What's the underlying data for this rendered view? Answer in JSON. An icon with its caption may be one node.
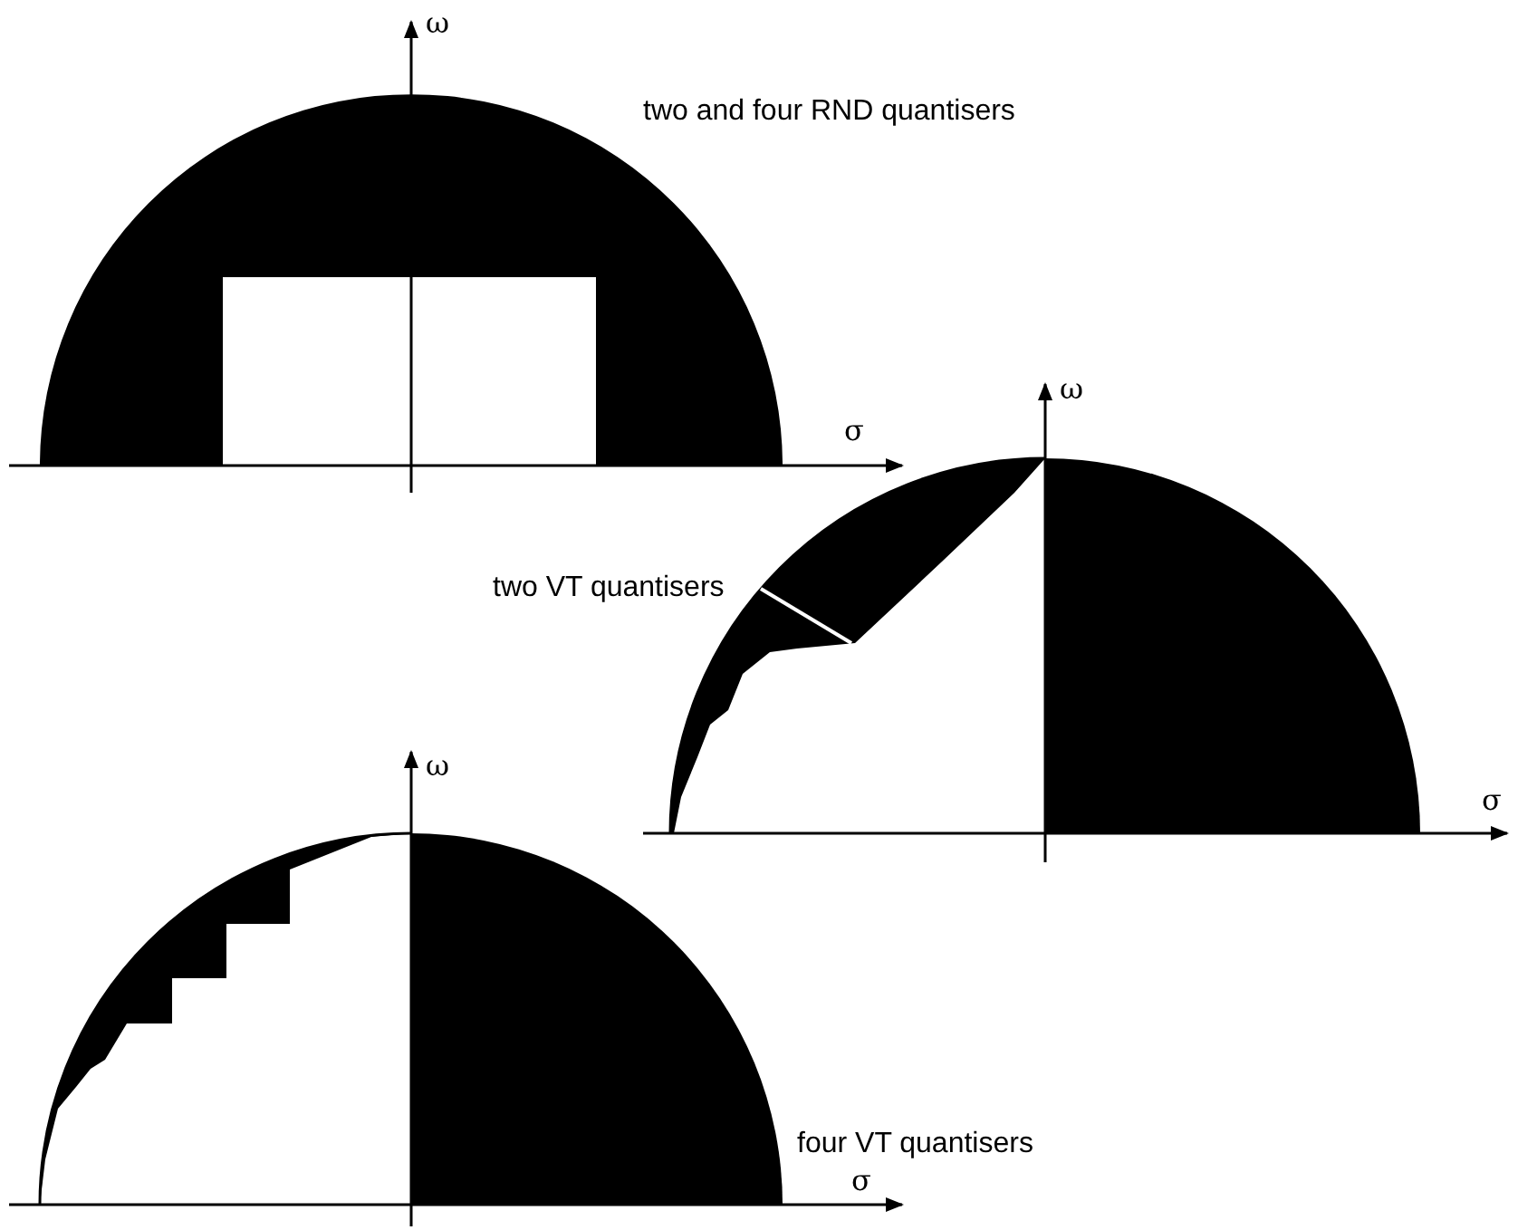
{
  "diagram": {
    "labels": [
      "ω",
      "two and four RND quantisers",
      "σ",
      "ω",
      "two VT quantisers",
      "σ",
      "ω",
      "four VT quantisers",
      "σ"
    ]
  }
}
